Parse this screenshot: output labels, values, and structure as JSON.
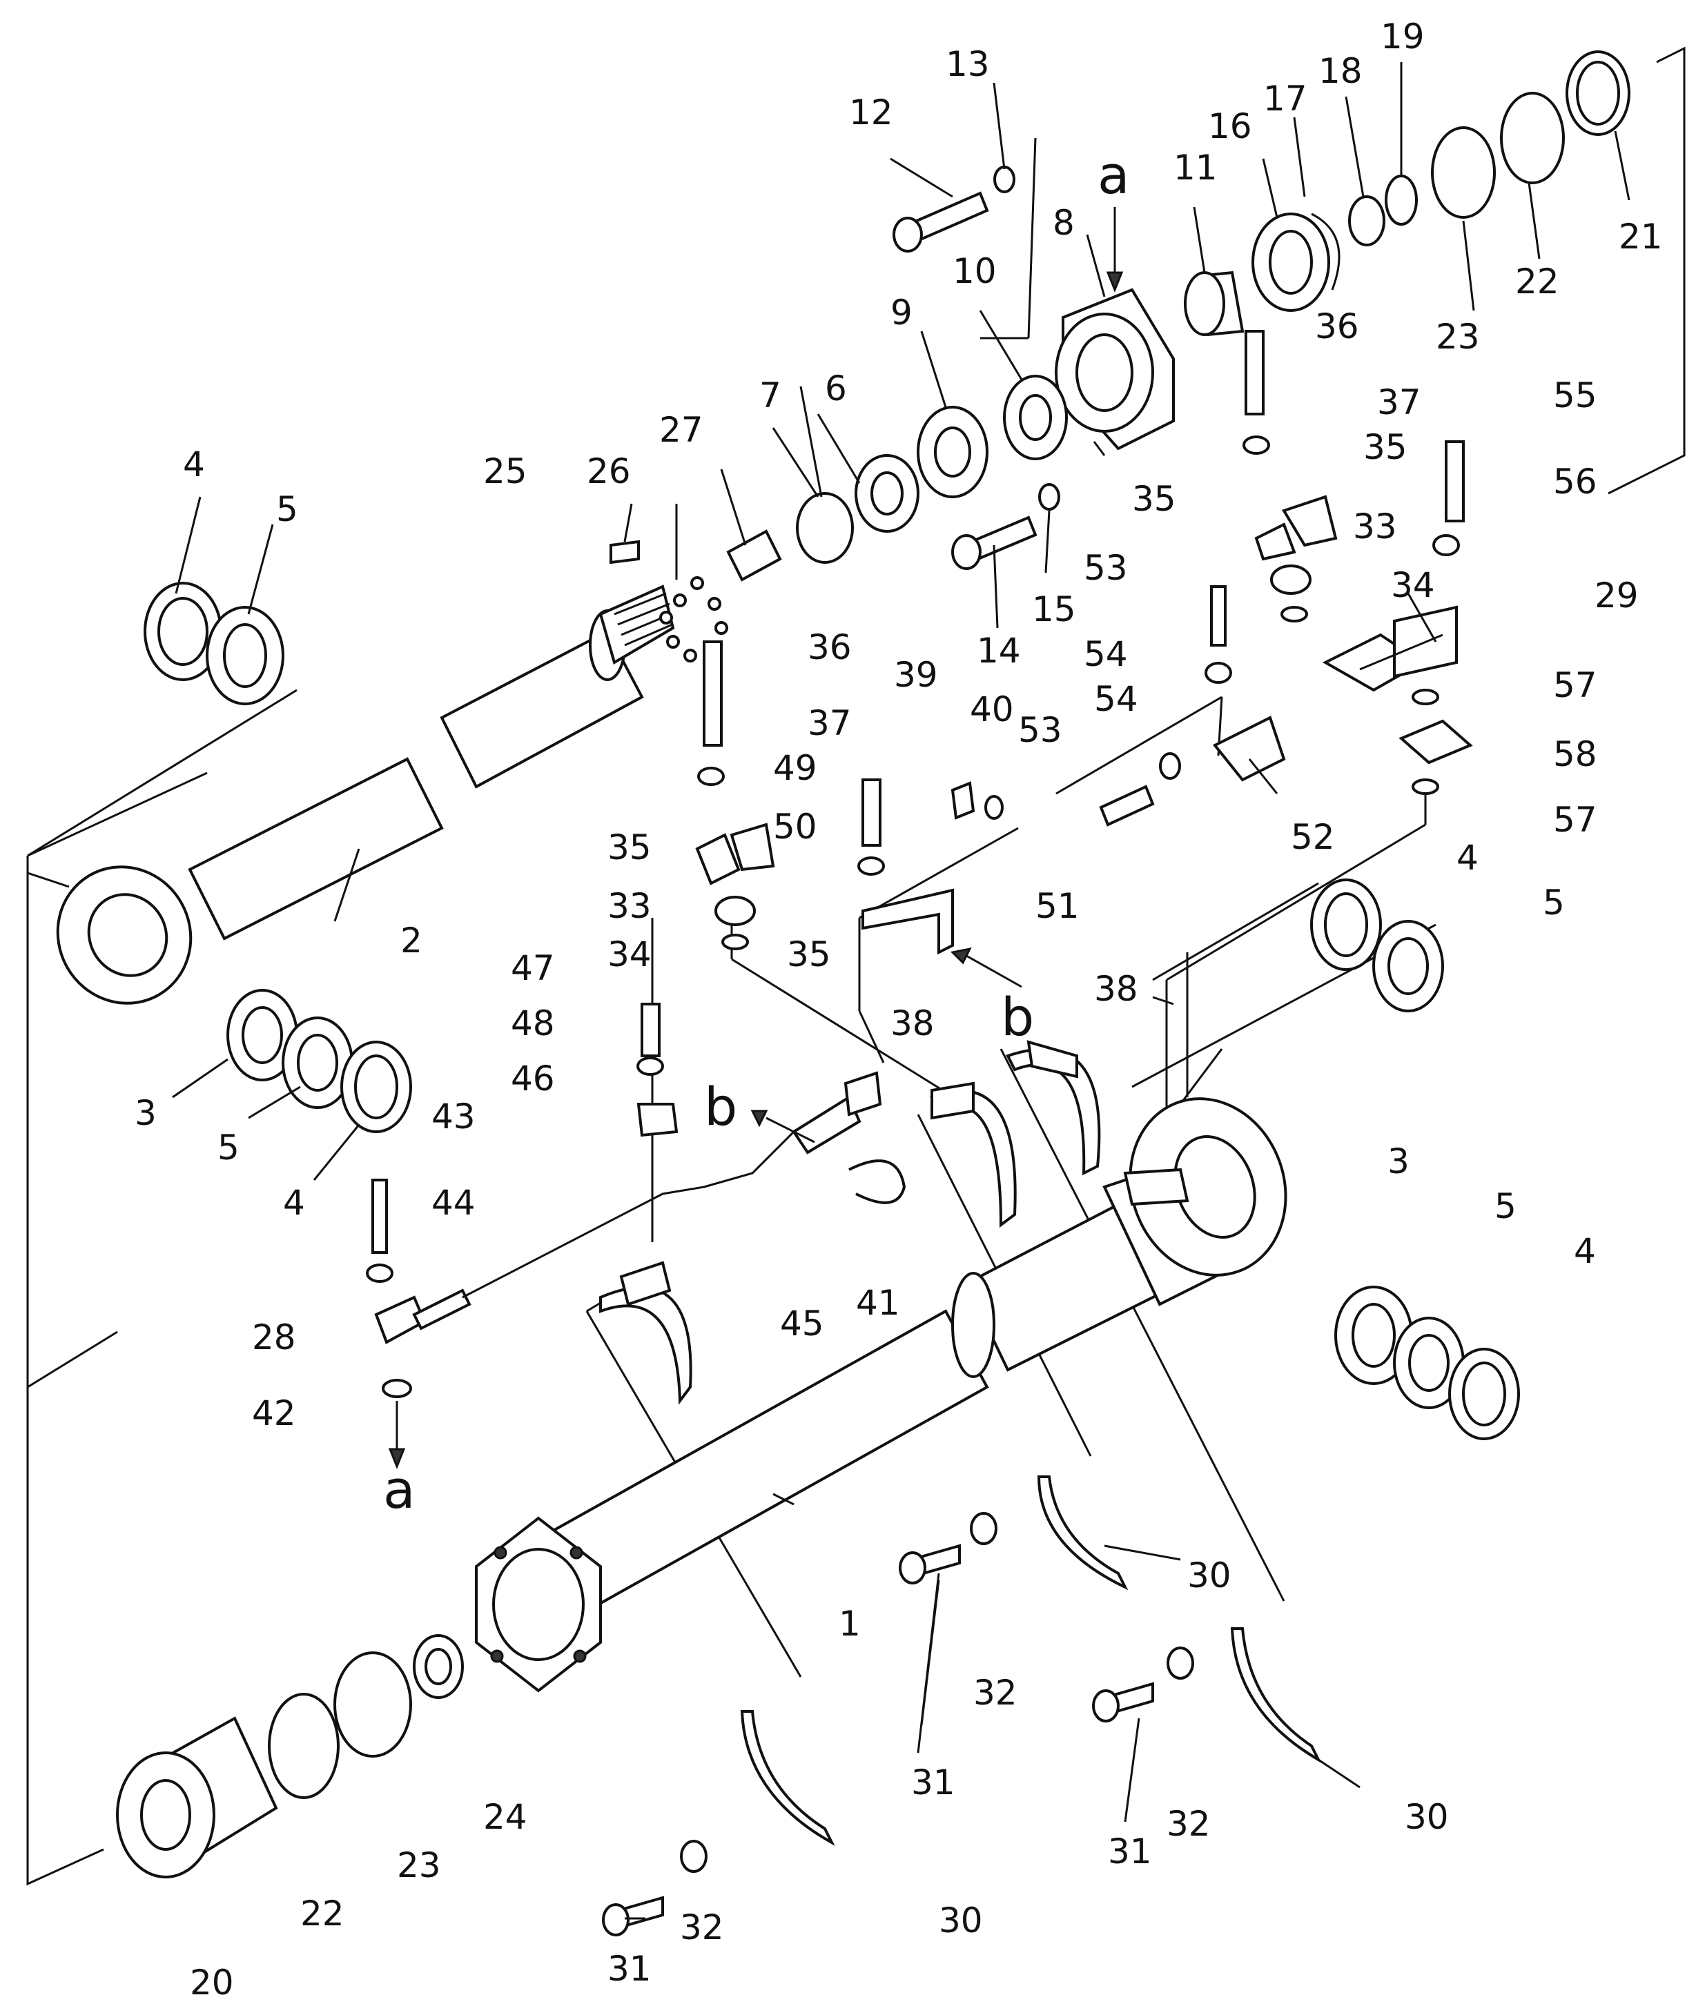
{
  "colors": {
    "ink": "#111111",
    "paper": "#ffffff"
  },
  "callouts": {
    "c1": "1",
    "c2": "2",
    "c3a": "3",
    "c3b": "3",
    "c4a": "4",
    "c4b": "4",
    "c4c": "4",
    "c4d": "4",
    "c5a": "5",
    "c5b": "5",
    "c5c": "5",
    "c5d": "5",
    "c6": "6",
    "c7": "7",
    "c8": "8",
    "c9": "9",
    "c10": "10",
    "c11": "11",
    "c12": "12",
    "c13": "13",
    "c14": "14",
    "c15": "15",
    "c16": "16",
    "c17": "17",
    "c18": "18",
    "c19": "19",
    "c20": "20",
    "c21": "21",
    "c22a": "22",
    "c22b": "22",
    "c23a": "23",
    "c23b": "23",
    "c24": "24",
    "c25": "25",
    "c26": "26",
    "c27": "27",
    "c28": "28",
    "c29": "29",
    "c30a": "30",
    "c30b": "30",
    "c30c": "30",
    "c31a": "31",
    "c31b": "31",
    "c31c": "31",
    "c32a": "32",
    "c32b": "32",
    "c32c": "32",
    "c33a": "33",
    "c33b": "33",
    "c34a": "34",
    "c34b": "34",
    "c35a": "35",
    "c35b": "35",
    "c35c": "35",
    "c35d": "35",
    "c36a": "36",
    "c36b": "36",
    "c37a": "37",
    "c37b": "37",
    "c38a": "38",
    "c38b": "38",
    "c39": "39",
    "c40": "40",
    "c41": "41",
    "c42": "42",
    "c43": "43",
    "c44": "44",
    "c45": "45",
    "c46": "46",
    "c47": "47",
    "c48": "48",
    "c49": "49",
    "c50": "50",
    "c51": "51",
    "c52": "52",
    "c53a": "53",
    "c53b": "53",
    "c54a": "54",
    "c54b": "54",
    "c55": "55",
    "c56": "56",
    "c57a": "57",
    "c57b": "57",
    "c58": "58"
  },
  "refs": {
    "a_top": "a",
    "a_bottom": "a",
    "b_upper": "b",
    "b_lower": "b"
  }
}
